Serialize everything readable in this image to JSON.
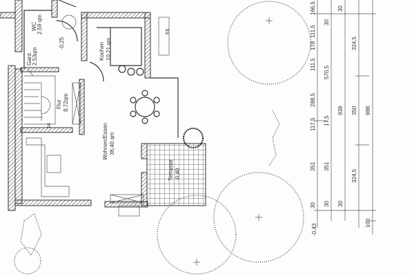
{
  "rooms": {
    "wc": {
      "name": "WC",
      "area": "2,59 qm"
    },
    "garderobe": {
      "name": "Gard.",
      "area": "2,53qm"
    },
    "kitchen": {
      "name": "Kochen",
      "area": "10,21 qm"
    },
    "hall": {
      "name": "Flur",
      "area": "8,72qm"
    },
    "living": {
      "name": "Wohnen/Essen",
      "area": "36,40 qm"
    },
    "terrace": {
      "name": "Terrasse",
      "level": "-0,40"
    }
  },
  "levels": {
    "entry": "-0,25",
    "garden": "-0,43"
  },
  "stair_label": "14",
  "misc_label": "E6",
  "dimensions": {
    "row1": [
      "30",
      "351",
      "117,5",
      "288,5",
      "111,5",
      "178",
      "111,5",
      "166,5"
    ],
    "row2": [
      "30",
      "351",
      "17,5",
      "570,5",
      "30"
    ],
    "row3": [
      "30",
      "939",
      "30"
    ],
    "row4": [
      "324,5",
      "350",
      "324,5"
    ],
    "row5": [
      "100",
      "998"
    ]
  }
}
